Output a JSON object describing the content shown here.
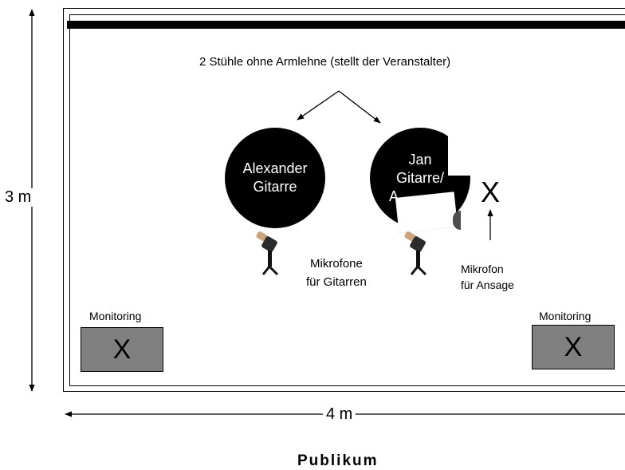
{
  "chairs_note": "2 Stühle ohne Armlehne (stellt der Veranstalter)",
  "chair_left": {
    "line1": "Alexander",
    "line2": "Gitarre"
  },
  "chair_right": {
    "line1": "Jan",
    "line2": "Gitarre/",
    "line3": "A"
  },
  "mic_guitars_label": {
    "line1": "Mikrofone",
    "line2": "für Gitarren"
  },
  "mic_announce": {
    "marker": "X",
    "line1": "Mikrofon",
    "line2": "für Ansage"
  },
  "monitor_left": {
    "label": "Monitoring",
    "marker": "X"
  },
  "monitor_right": {
    "label": "Monitoring",
    "marker": "X"
  },
  "depth_dimension": "3 m",
  "width_dimension": "4 m",
  "audience": "Publikum",
  "colors": {
    "stage_line": "#000000",
    "monitor_fill": "#808080",
    "chair_fill": "#000000"
  }
}
